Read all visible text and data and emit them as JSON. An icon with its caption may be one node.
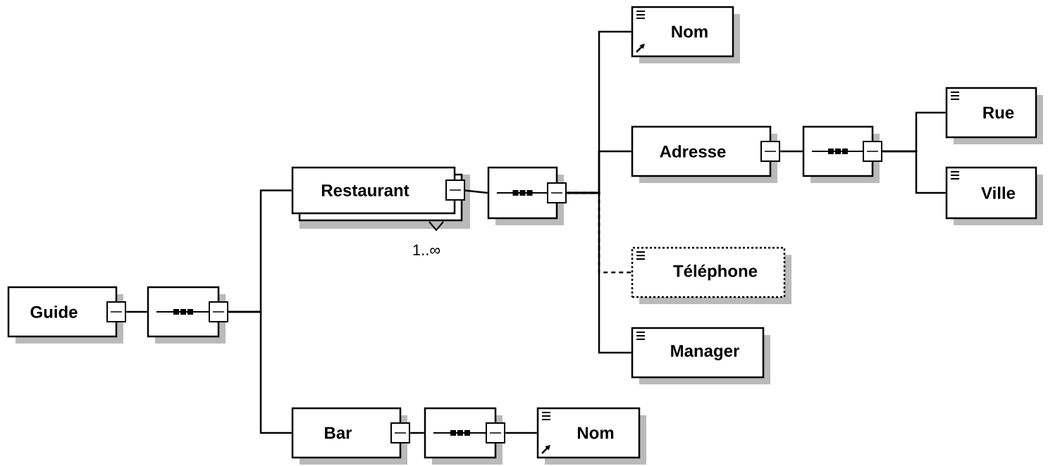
{
  "diagram": {
    "nodes": [
      {
        "text": [
          "Guide"
        ]
      },
      {
        "text": [],
        "shape": "octagon"
      },
      {
        "text": [
          "Restaurant"
        ],
        "beside": [
          "1..∞"
        ]
      },
      {
        "text": [],
        "shape": "octagon"
      },
      {
        "text": [
          "Nom"
        ]
      },
      {
        "text": [
          "Adresse"
        ]
      },
      {
        "text": [],
        "shape": "octagon"
      },
      {
        "text": [
          "Rue"
        ]
      },
      {
        "text": [
          "Ville"
        ]
      },
      {
        "text": [
          "Téléphone"
        ]
      },
      {
        "text": [
          "Manager"
        ]
      },
      {
        "text": [
          "Bar"
        ]
      },
      {
        "text": [],
        "shape": "octagon"
      },
      {
        "text": [
          "Nom"
        ]
      }
    ],
    "edges": [
      {
        "from": 0,
        "to": 1,
        "arrow": "none"
      },
      {
        "from": 1,
        "to": 2,
        "arrow": "none"
      },
      {
        "from": 1,
        "to": 11,
        "arrow": "none"
      },
      {
        "from": 2,
        "to": 3,
        "arrow": "none"
      },
      {
        "from": 3,
        "to": 4,
        "arrow": "none"
      },
      {
        "from": 3,
        "to": 5,
        "arrow": "none"
      },
      {
        "from": 3,
        "to": 9,
        "arrow": "none",
        "style": "dashed"
      },
      {
        "from": 3,
        "to": 10,
        "arrow": "none"
      },
      {
        "from": 5,
        "to": 6,
        "arrow": "none"
      },
      {
        "from": 6,
        "to": 7,
        "arrow": "none"
      },
      {
        "from": 6,
        "to": 8,
        "arrow": "none"
      },
      {
        "from": 11,
        "to": 12,
        "arrow": "none"
      },
      {
        "from": 12,
        "to": 13,
        "arrow": "none"
      }
    ]
  }
}
